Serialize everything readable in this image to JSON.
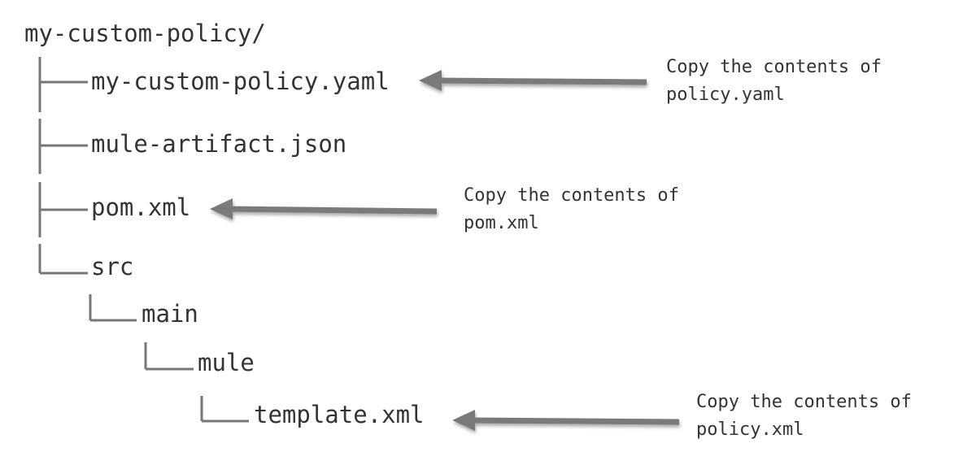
{
  "tree": {
    "root": "my-custom-policy/",
    "items": [
      {
        "label": "my-custom-policy.yaml"
      },
      {
        "label": "mule-artifact.json"
      },
      {
        "label": "pom.xml"
      },
      {
        "label": "src"
      },
      {
        "label": "main"
      },
      {
        "label": "mule"
      },
      {
        "label": "template.xml"
      }
    ]
  },
  "annotations": [
    {
      "line1": "Copy the contents of",
      "line2": "policy.yaml",
      "target": "my-custom-policy.yaml"
    },
    {
      "line1": "Copy the contents of",
      "line2": "pom.xml",
      "target": "pom.xml"
    },
    {
      "line1": "Copy the contents of",
      "line2": "policy.xml",
      "target": "template.xml"
    }
  ],
  "colors": {
    "text": "#333333",
    "tree_line": "#777777",
    "arrow": "#7a7a7a"
  }
}
